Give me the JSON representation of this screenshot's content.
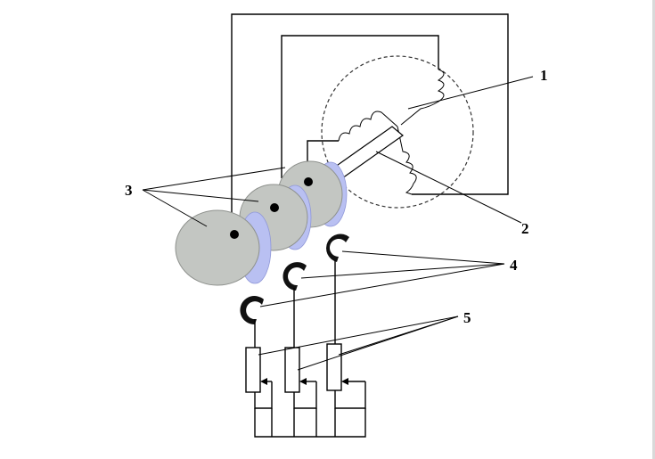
{
  "labels": {
    "l1": "1",
    "l2": "2",
    "l3": "3",
    "l4": "4",
    "l5": "5"
  },
  "colors": {
    "disk": "#c3c6c2",
    "rim": "#b9c0f2",
    "brush": "#111111",
    "line": "#000000"
  }
}
